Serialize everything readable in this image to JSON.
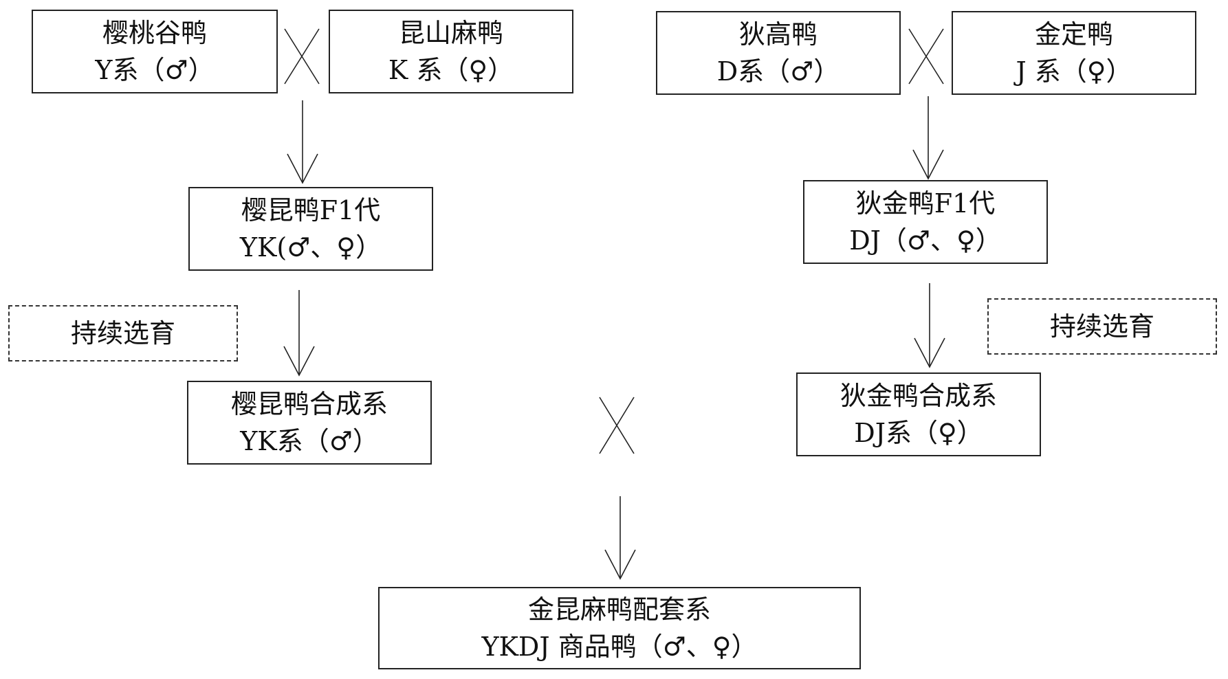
{
  "nodes": {
    "y_line": {
      "name": "樱桃谷鸭",
      "code": "Y系（♂）"
    },
    "k_line": {
      "name": "昆山麻鸭",
      "code": "K 系（♀）"
    },
    "d_line": {
      "name": "狄高鸭",
      "code": "D系（♂）"
    },
    "j_line": {
      "name": "金定鸭",
      "code": "J 系（♀）"
    },
    "yk_f1": {
      "name": "樱昆鸭F1代",
      "code": "YK(♂、♀）"
    },
    "dj_f1": {
      "name": "狄金鸭F1代",
      "code": "DJ（♂、♀）"
    },
    "yk_synthetic": {
      "name": "樱昆鸭合成系",
      "code": "YK系（♂）"
    },
    "dj_synthetic": {
      "name": "狄金鸭合成系",
      "code": "DJ系（♀）"
    },
    "product": {
      "name": "金昆麻鸭配套系",
      "code": "YKDJ 商品鸭（♂、♀）"
    }
  },
  "notes": {
    "left_selection": "持续选育",
    "right_selection": "持续选育"
  }
}
